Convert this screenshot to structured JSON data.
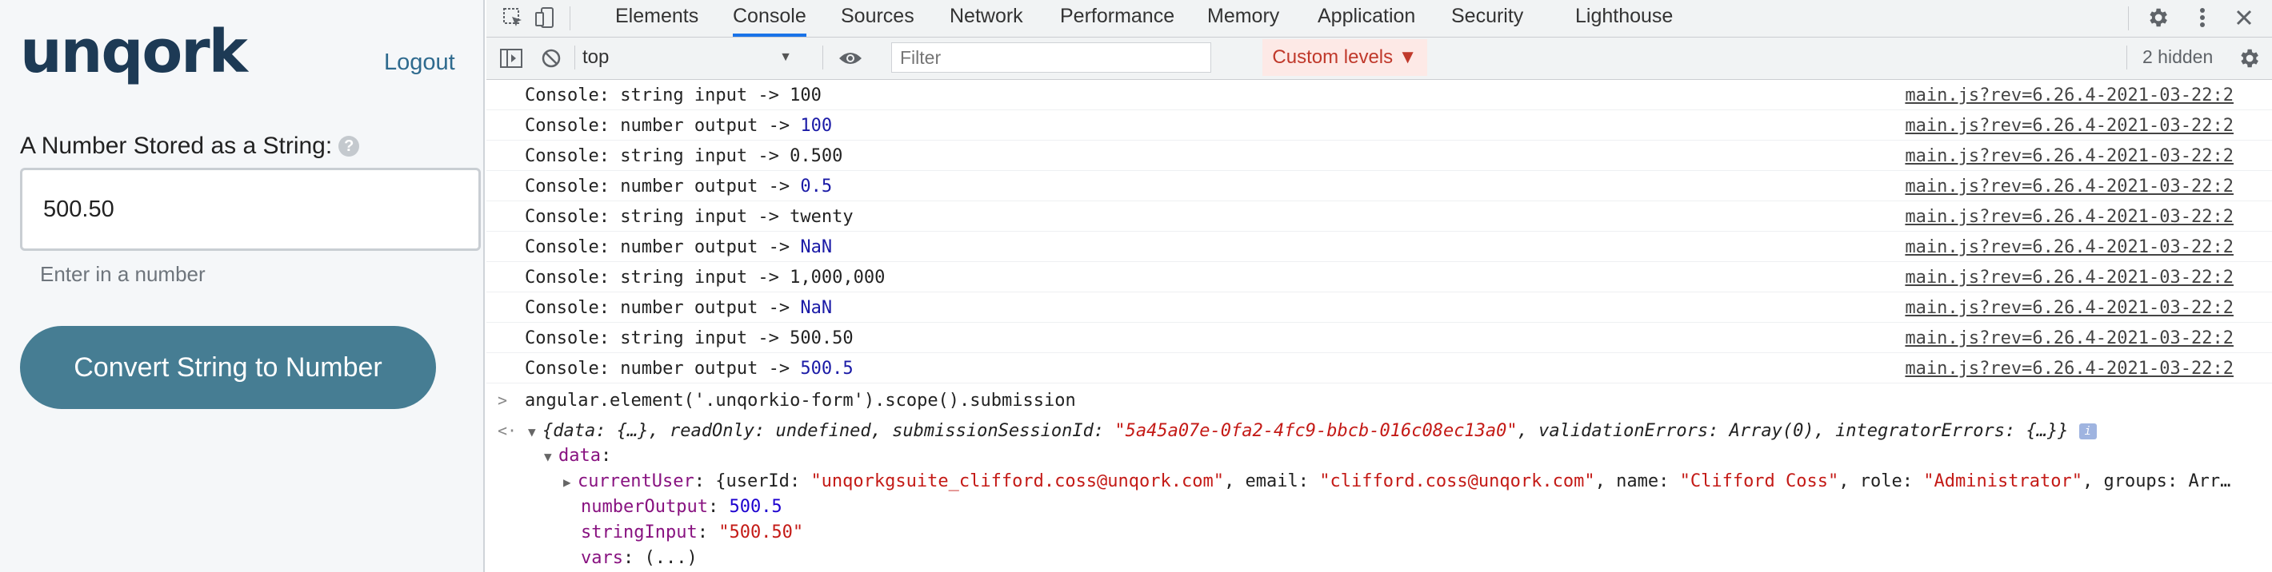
{
  "app": {
    "logo": "unqork",
    "logout_label": "Logout",
    "field_label": "A Number Stored as a String:",
    "help_icon": "?",
    "input_value": "500.50",
    "hint": "Enter in a number",
    "button_label": "Convert String to Number"
  },
  "devtools": {
    "tabs": [
      "Elements",
      "Console",
      "Sources",
      "Network",
      "Performance",
      "Memory",
      "Application",
      "Security",
      "Lighthouse"
    ],
    "active_tab": "Console",
    "context": "top",
    "filter_placeholder": "Filter",
    "levels_label": "Custom levels ▼",
    "hidden_label": "2 hidden"
  },
  "console": {
    "logs": [
      {
        "prefix": "Console: string input -> ",
        "value": "100",
        "kind": "string"
      },
      {
        "prefix": "Console: number output -> ",
        "value": "100",
        "kind": "number"
      },
      {
        "prefix": "Console: string input -> ",
        "value": "0.500",
        "kind": "string"
      },
      {
        "prefix": "Console: number output -> ",
        "value": "0.5",
        "kind": "number"
      },
      {
        "prefix": "Console: string input -> ",
        "value": "twenty",
        "kind": "string"
      },
      {
        "prefix": "Console: number output -> ",
        "value": "NaN",
        "kind": "number"
      },
      {
        "prefix": "Console: string input -> ",
        "value": "1,000,000",
        "kind": "string"
      },
      {
        "prefix": "Console: number output -> ",
        "value": "NaN",
        "kind": "number"
      },
      {
        "prefix": "Console: string input -> ",
        "value": "500.50",
        "kind": "string"
      },
      {
        "prefix": "Console: number output -> ",
        "value": "500.5",
        "kind": "number"
      }
    ],
    "source": "main.js?rev=6.26.4-2021-03-22:2",
    "command": "angular.element('.unqorkio-form').scope().submission",
    "result": {
      "summary_open": "{",
      "k_data": "data",
      "v_data": "{…}",
      "k_readonly": "readOnly",
      "v_readonly": "undefined",
      "k_session": "submissionSessionId",
      "v_session": "\"5a45a07e-0fa2-4fc9-bbcb-016c08ec13a0\"",
      "k_validation": "validationErrors",
      "v_validation": "Array(0)",
      "k_integrator": "integratorErrors",
      "v_integrator": "{…}}",
      "data_key": "data",
      "current_user_key": "currentUser",
      "current_user_open": "{",
      "k_userid": "userId",
      "v_userid": "\"unqorkgsuite_clifford.coss@unqork.com\"",
      "k_email": "email",
      "v_email": "\"clifford.coss@unqork.com\"",
      "k_name": "name",
      "v_name": "\"Clifford Coss\"",
      "k_role": "role",
      "v_role": "\"Administrator\"",
      "k_groups": "groups",
      "v_groups": "Arr…",
      "number_output_key": "numberOutput",
      "number_output_value": "500.5",
      "string_input_key": "stringInput",
      "string_input_value": "\"500.50\"",
      "vars_key": "vars",
      "vars_value": "(...)"
    }
  }
}
